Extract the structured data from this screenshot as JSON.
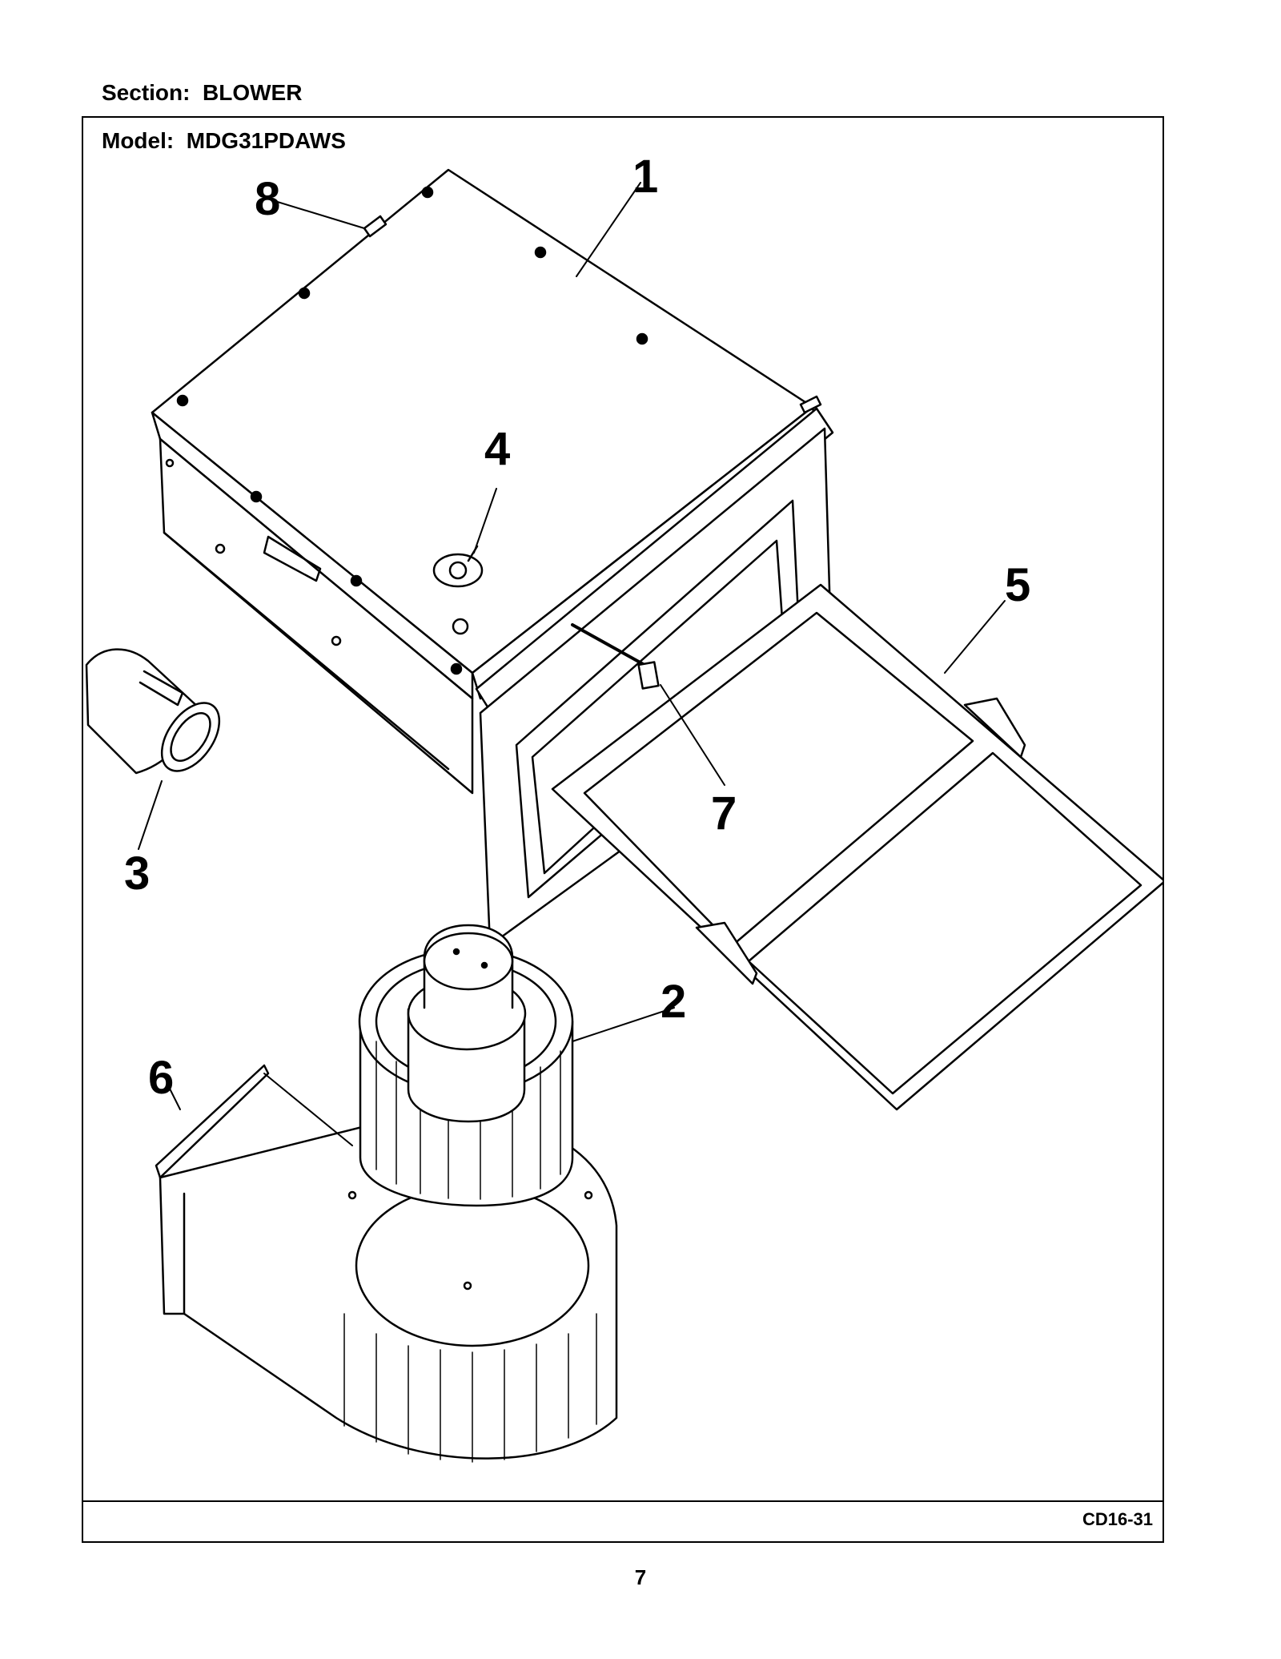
{
  "header": {
    "section": "Section:  BLOWER",
    "model": "Model:  MDG31PDAWS"
  },
  "footer": {
    "code": "CD16-31",
    "page_number": "7"
  },
  "callouts": [
    "1",
    "2",
    "3",
    "4",
    "5",
    "6",
    "7",
    "8"
  ]
}
